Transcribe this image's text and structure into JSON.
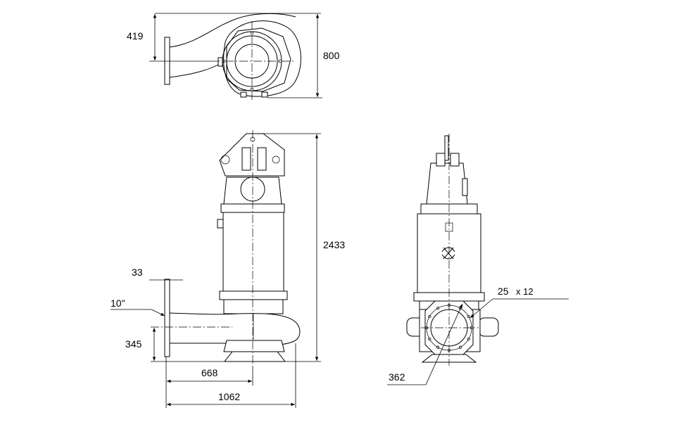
{
  "top_view": {
    "dim_height": "419",
    "dim_width": "800"
  },
  "front_view": {
    "dim_total_height": "2433",
    "dim_flange_thickness": "33",
    "dim_outlet_size": "10\"",
    "dim_outlet_height": "345",
    "dim_outlet_to_center": "668",
    "dim_total_length": "1062"
  },
  "side_view": {
    "dim_holes_diameter": "25",
    "dim_holes_count": "x 12",
    "dim_bolt_circle": "362"
  }
}
